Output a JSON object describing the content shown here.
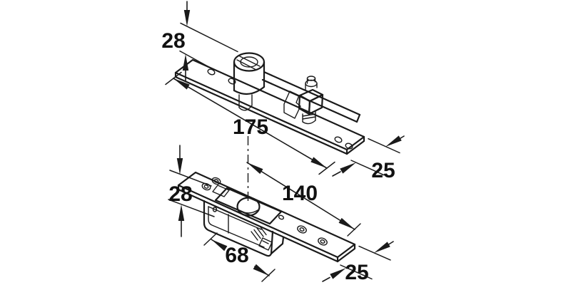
{
  "drawing": {
    "background_color": "#ffffff",
    "line_color": "#1a1a1a",
    "dimensions": {
      "top_height": "28",
      "top_length": "175",
      "top_width": "25",
      "bottom_height": "28",
      "bottom_length": "140",
      "box_length": "68",
      "bottom_width": "25"
    }
  }
}
